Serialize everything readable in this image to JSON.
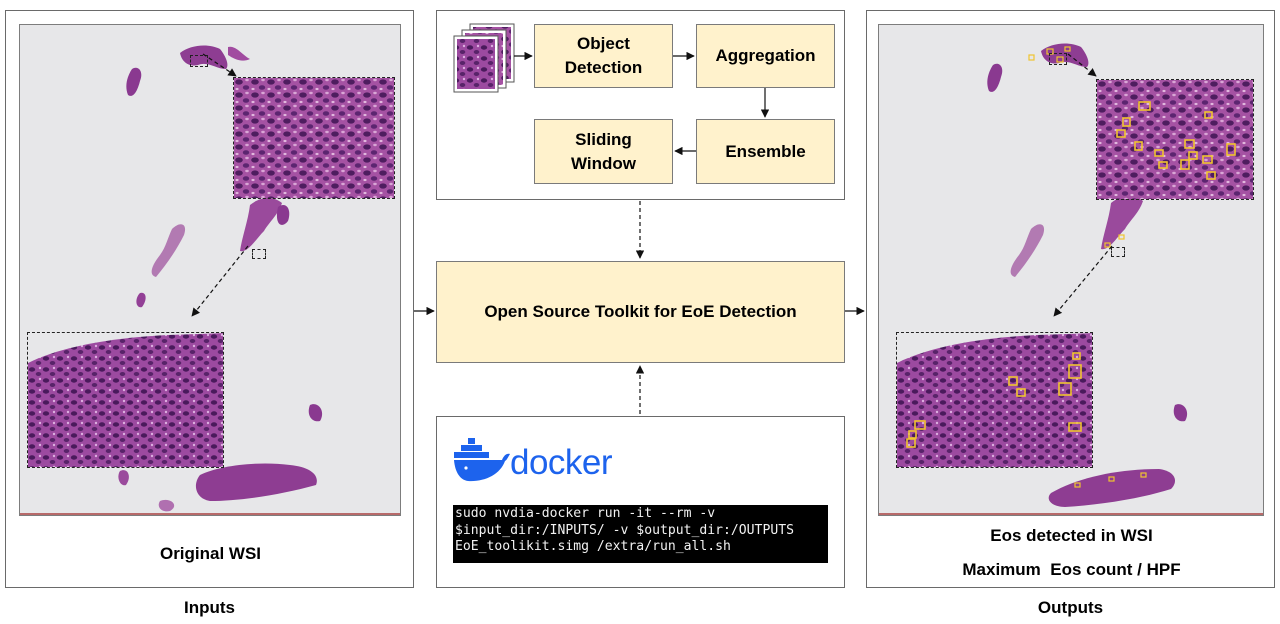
{
  "inputs": {
    "label": "Inputs",
    "slide_caption": "Original WSI"
  },
  "outputs": {
    "label": "Outputs",
    "caption_line1": "Eos detected in WSI",
    "caption_line2": "Maximum  Eos count / HPF"
  },
  "pipeline": {
    "steps": [
      "Object Detection",
      "Aggregation",
      "Ensemble",
      "Sliding Window"
    ],
    "step_lines": {
      "object_detection": [
        "Object",
        "Detection"
      ],
      "sliding_window": [
        "Sliding",
        "Window"
      ]
    }
  },
  "toolkit": {
    "label": "Open Source Toolkit for EoE Detection"
  },
  "docker": {
    "logo_text": "docker",
    "command_lines": [
      "sudo nvdia-docker run -it --rm -v",
      "$input_dir:/INPUTS/ -v $output_dir:/OUTPUTS",
      "EoE_toolikit.simg /extra/run_all.sh"
    ]
  },
  "colors": {
    "step_fill": "#fff2cc",
    "tissue": "#9a3f96",
    "tissue_dark": "#5a1f64",
    "detection_box": "#f0c430",
    "docker_blue": "#1d63ed",
    "terminal_bg": "#000000"
  },
  "icons": [
    "slide-stack-icon",
    "docker-whale-icon"
  ]
}
